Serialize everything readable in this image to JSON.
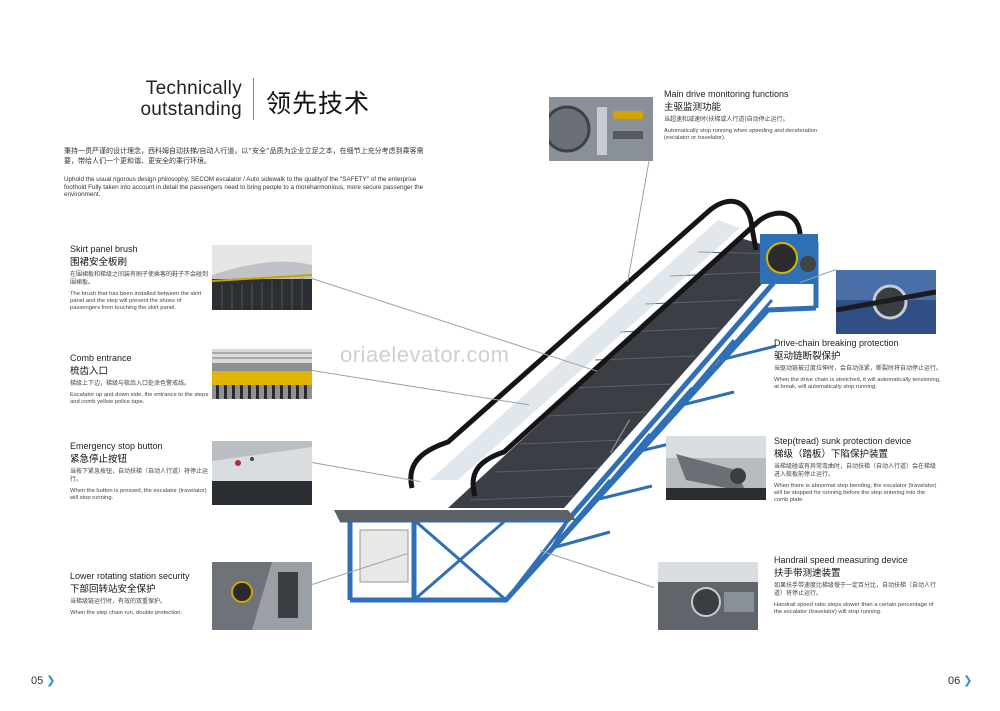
{
  "header": {
    "title_en_line1": "Technically",
    "title_en_line2": "outstanding",
    "title_cn": "领先技术",
    "intro_cn": "秉持一贯严谨的设计理念，西科姆自动扶梯/自动人行道，以“安全”品质为企业立足之本，在细节上充分考虑到乘客需要，带给人们一个更和谐、更安全的乘行环境。",
    "intro_en": "Uphold the usual rigorous design philosophy, SECOM escalator / Auto sidewalk to the qualityof the \"SAFETY\" of the enterprise foothold Fully taken into account in detail the passengers need to bring people to a moreharmonious, more secure passenger the environment."
  },
  "features_left": [
    {
      "title": "Skirt panel brush",
      "title_cn": "围裙安全板刷",
      "desc_cn": "在围裙板和梯级之间装有刷子使乘客的鞋子不会碰到围裙板。",
      "desc_en": "The brush that has been installed between the skirt panel and the step will prevent the shoes of passengers from touching the skirt panel."
    },
    {
      "title": "Comb entrance",
      "title_cn": "梳齿入口",
      "desc_cn": "梯级上下边，梯级与梳齿入口处涂色警戒线。",
      "desc_en": "Escalator up and down side, the entrance to the steps and comb yellow police tape."
    },
    {
      "title": "Emergency stop button",
      "title_cn": "紧急停止按钮",
      "desc_cn": "当按下紧急按钮，自动扶梯（自动人行道）将停止运行。",
      "desc_en": "When the button is pressed, the escalator (travelator) will stop running."
    },
    {
      "title": "Lower rotating station security",
      "title_cn": "下部回转站安全保护",
      "desc_cn": "当梯级链运行时，有效的双重保护。",
      "desc_en": "When the step chain run, double protection."
    }
  ],
  "features_right": [
    {
      "title": "Main drive monitoring functions",
      "title_cn": "主驱监测功能",
      "desc_cn": "当超速和减速时(扶梯或人行道)自动停止运行。",
      "desc_en": "Automatically stop running when speeding and deceleration (escalator or travelator)."
    },
    {
      "title": "Drive-chain breaking protection",
      "title_cn": "驱动链断裂保护",
      "desc_cn": "当驱动链被过度拉伸时，会自动张紧，断裂时将自动停止运行。",
      "desc_en": "When the drive chain is stretched, it will automatically tensioning, at break, will automatically stop running."
    },
    {
      "title": "Step(tread) sunk protection device",
      "title_cn": "梯级（踏板）下陷保护装置",
      "desc_cn": "当梯级碰或有异常弯曲时，自动扶梯（自动人行道）会在梯级进入梳板前停止运行。",
      "desc_en": "When there is abnormal step bending, the escalator (travelator) will be stopped for running before the step entering into the comb plate."
    },
    {
      "title": "Handrail speed measuring device",
      "title_cn": "扶手带测速装置",
      "desc_cn": "如果扶手带速度比梯级慢于一定百分比，自动扶梯（自动人行道）将停止运行。",
      "desc_en": "Handrail speed ratio steps slower than a certain percentage of the escalator (travelator) will stop running."
    }
  ],
  "watermark": "oriaelevator.com",
  "pages": {
    "left": "05",
    "right": "06"
  },
  "colors": {
    "truss_blue": "#2e6fb5",
    "accent_arrow": "#2a8fd8",
    "leader_line": "#9aa2aa"
  }
}
